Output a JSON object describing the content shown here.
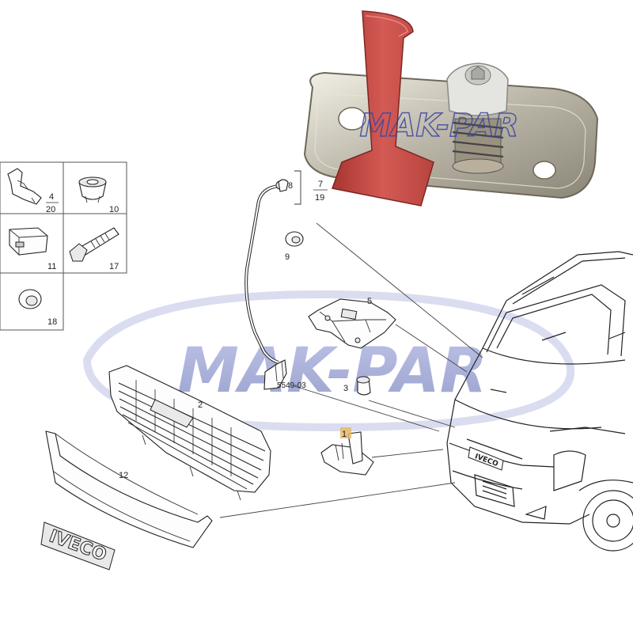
{
  "watermark": {
    "text": "MAK-PAR",
    "color": "#4a57a8"
  },
  "photo": {
    "watermark_text": "MAK-PAR",
    "part_color": "#c0413d"
  },
  "inset_parts": [
    {
      "id": "4",
      "alt": "20"
    },
    {
      "id": "10"
    },
    {
      "id": "11"
    },
    {
      "id": "17"
    },
    {
      "id": "18"
    }
  ],
  "callouts": {
    "p1": "1",
    "p2": "2",
    "p3": "3",
    "p5": "5",
    "p7": "7",
    "p8": "8",
    "p9": "9",
    "p12": "12",
    "p19": "19",
    "ref": "5549-03"
  },
  "badge_text": "IVECO",
  "grille_badge_text": "IVECO",
  "colors": {
    "line": "#333333",
    "highlight": "#e8b86a",
    "accent": "#c0413d"
  }
}
